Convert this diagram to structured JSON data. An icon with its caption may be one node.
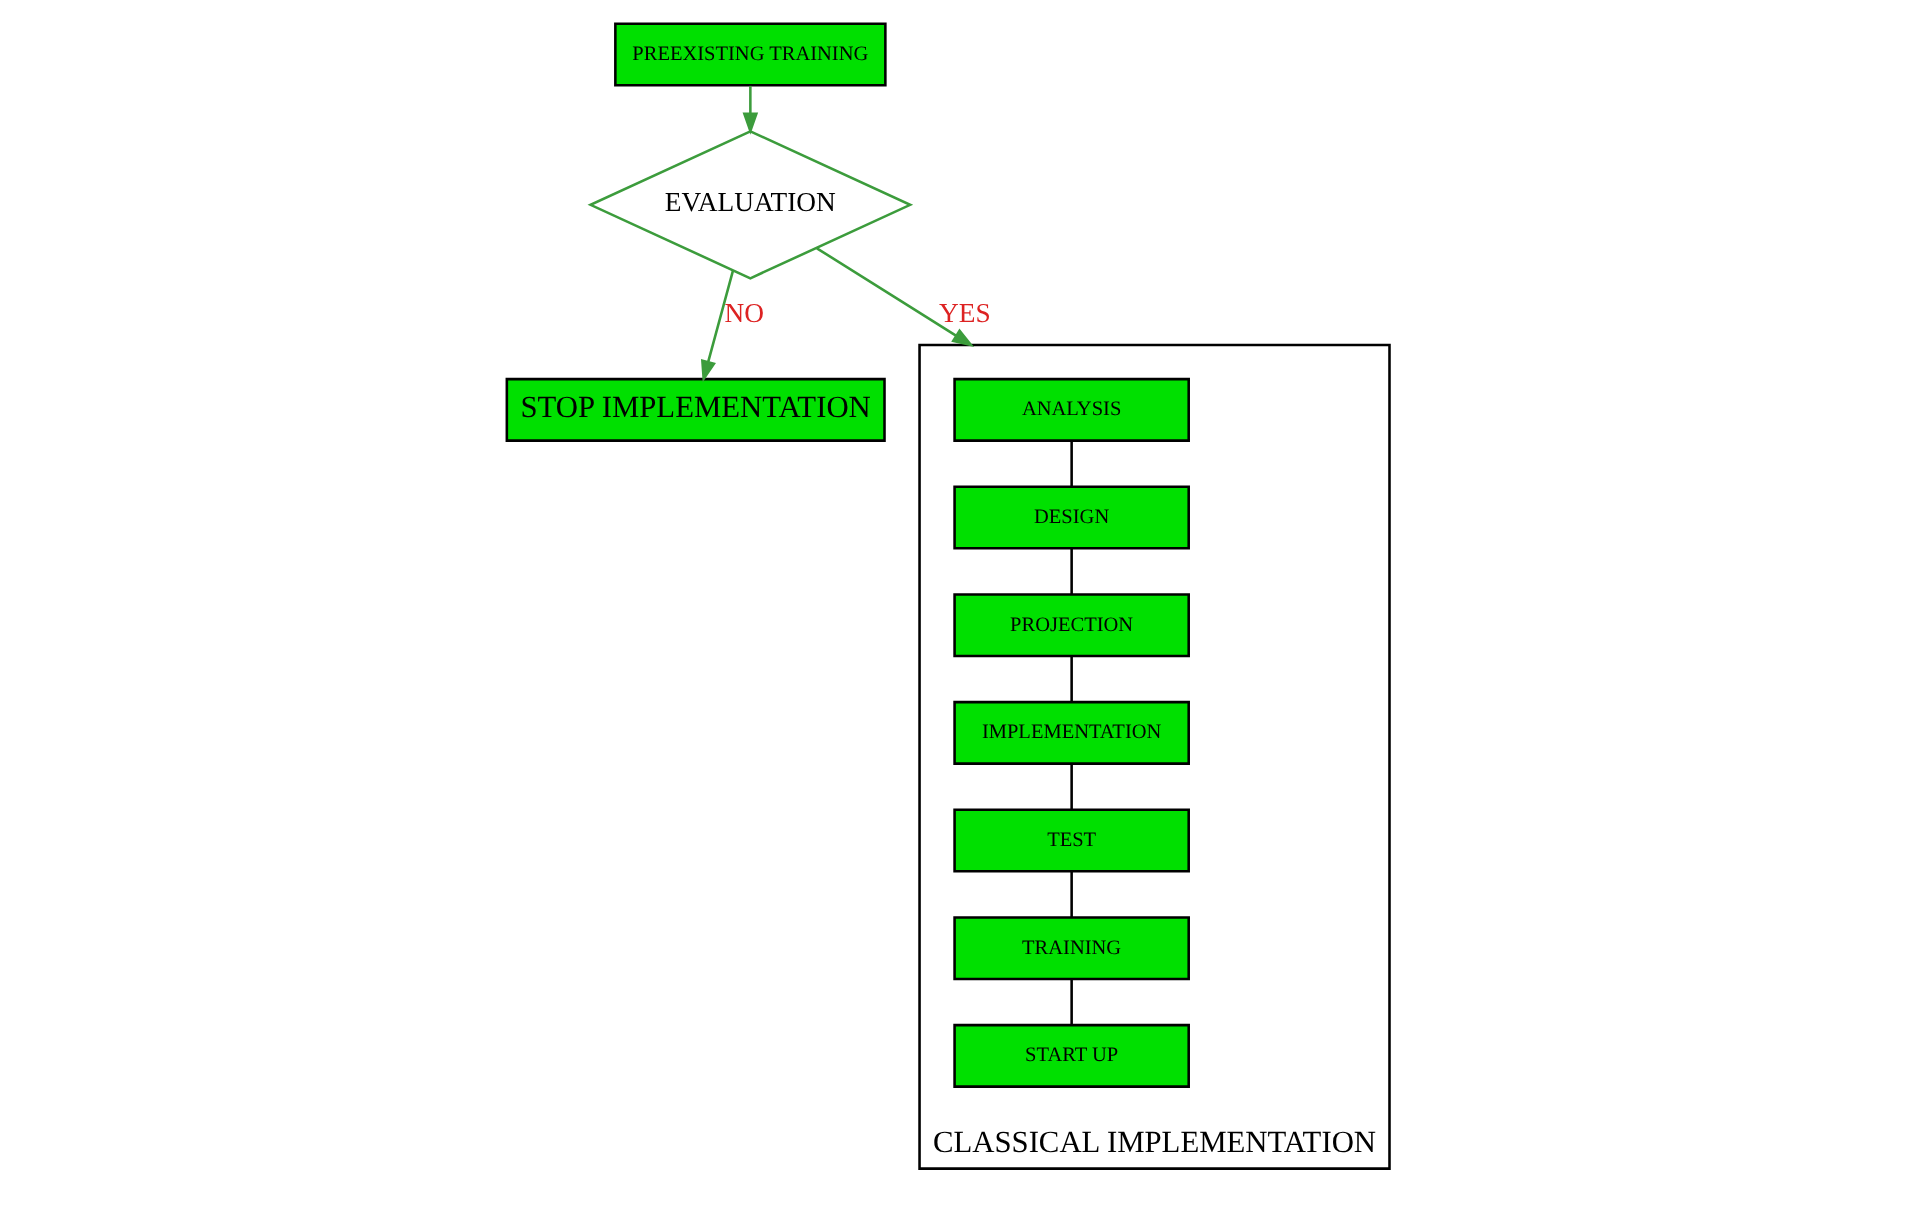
{
  "diagram": {
    "nodes": [
      {
        "text": [
          "PREEXISTING TRAINING"
        ]
      },
      {
        "text": [
          "EVALUATION"
        ]
      },
      {
        "text": [
          "STOP IMPLEMENTATION"
        ]
      },
      {
        "text": [
          "CLASSICAL IMPLEMENTATION"
        ]
      },
      {
        "text": [
          "ANALYSIS"
        ],
        "in": 3
      },
      {
        "text": [
          "DESIGN"
        ],
        "in": 3
      },
      {
        "text": [
          "PROJECTION"
        ],
        "in": 3
      },
      {
        "text": [
          "IMPLEMENTATION"
        ],
        "in": 3
      },
      {
        "text": [
          "TEST"
        ],
        "in": 3
      },
      {
        "text": [
          "TRAINING"
        ],
        "in": 3
      },
      {
        "text": [
          "START UP"
        ],
        "in": 3
      }
    ],
    "edges": [
      {
        "from": 0,
        "to": 1,
        "arrow": "to",
        "color": "#3c9c3c"
      },
      {
        "from": 1,
        "to": 2,
        "arrow": "to",
        "label": "NO",
        "color": "#3c9c3c"
      },
      {
        "from": 1,
        "to": 3,
        "arrow": "to",
        "label": "YES",
        "color": "#3c9c3c"
      },
      {
        "from": 4,
        "to": 5,
        "arrow": "none"
      },
      {
        "from": 5,
        "to": 6,
        "arrow": "none"
      },
      {
        "from": 6,
        "to": 7,
        "arrow": "none"
      },
      {
        "from": 7,
        "to": 8,
        "arrow": "none"
      },
      {
        "from": 8,
        "to": 9,
        "arrow": "none"
      },
      {
        "from": 9,
        "to": 10,
        "arrow": "none"
      }
    ]
  }
}
